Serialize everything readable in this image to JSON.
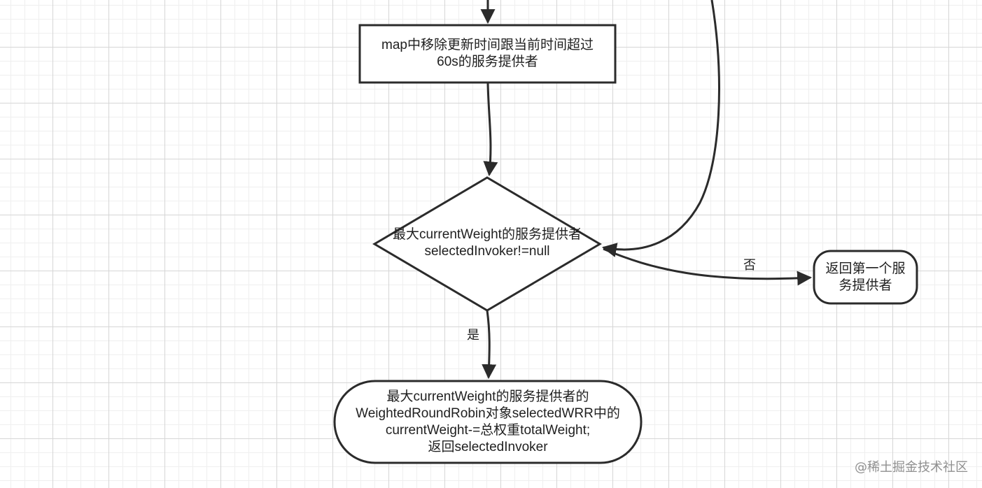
{
  "diagram": {
    "nodes": {
      "remove_expired": {
        "label": "map中移除更新时间跟当前时间超过\n60s的服务提供者"
      },
      "decision": {
        "label": "最大currentWeight的服务提供者\nselectedInvoker!=null"
      },
      "return_first": {
        "label": "返回第一个服\n务提供者"
      },
      "update_weight": {
        "label": "最大currentWeight的服务提供者的\nWeightedRoundRobin对象selectedWRR中的\ncurrentWeight-=总权重totalWeight;\n返回selectedInvoker"
      }
    },
    "edges": {
      "no_label": "否",
      "yes_label": "是"
    }
  },
  "watermark": "@稀土掘金技术社区",
  "colors": {
    "stroke": "#2b2b2b",
    "fill": "#ffffff",
    "grid_major": "#d6d6d6",
    "grid_minor": "#efefef"
  }
}
